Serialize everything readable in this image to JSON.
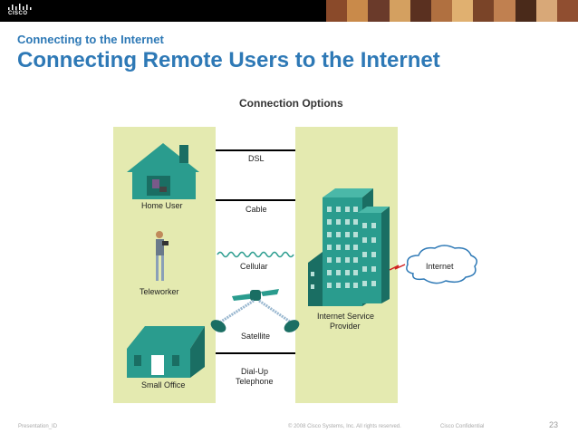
{
  "header": {
    "logo_text": "CISCO",
    "subtitle": "Connecting to the Internet",
    "title": "Connecting Remote Users to the Internet"
  },
  "diagram": {
    "title": "Connection Options",
    "users": {
      "home": "Home User",
      "teleworker": "Teleworker",
      "office": "Small Office"
    },
    "links": {
      "dsl": "DSL",
      "cable": "Cable",
      "cellular": "Cellular",
      "satellite": "Satellite",
      "dialup_line1": "Dial-Up",
      "dialup_line2": "Telephone"
    },
    "isp_line1": "Internet Service",
    "isp_line2": "Provider",
    "internet": "Internet",
    "colors": {
      "panel": "#e4eab0",
      "teal": "#2a9c8e",
      "teal_dark": "#1a6e63"
    }
  },
  "footer": {
    "presentation_id": "Presentation_ID",
    "copyright": "© 2008 Cisco Systems, Inc. All rights reserved.",
    "confidential": "Cisco Confidential",
    "page_number": "23"
  }
}
